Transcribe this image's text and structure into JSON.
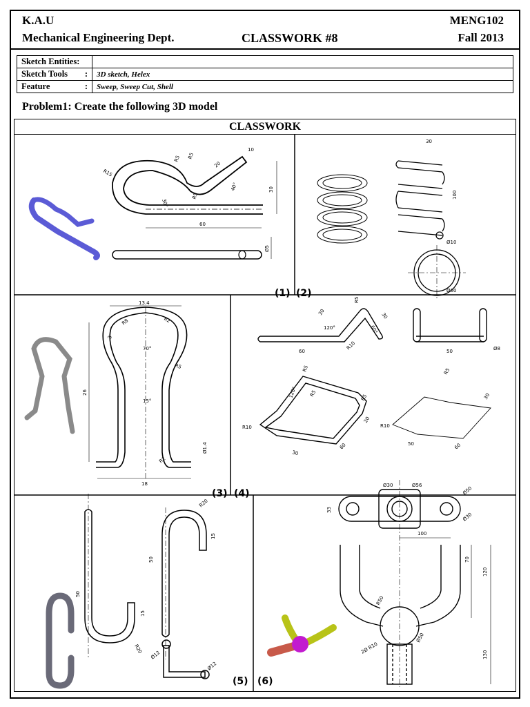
{
  "header": {
    "university": "K.A.U",
    "department": "Mechanical Engineering Dept.",
    "classwork": "CLASSWORK #8",
    "course_code": "MENG102",
    "term": "Fall 2013"
  },
  "info_table": {
    "rows": [
      {
        "label": "Sketch Entities:",
        "colon": "",
        "value": ""
      },
      {
        "label": "Sketch Tools",
        "colon": ":",
        "value": "3D sketch, Helex"
      },
      {
        "label": "Feature",
        "colon": ":",
        "value": "Sweep, Sweep Cut, Shell"
      }
    ]
  },
  "problem": "Problem1: Create the following 3D model",
  "section_title": "CLASSWORK",
  "panel_numbers": {
    "p1": "(1)",
    "p2": "(2)",
    "p3": "(3)",
    "p4": "(4)",
    "p5": "(5)",
    "p6": "(6)"
  },
  "dims": {
    "p1": [
      "R15",
      "R5",
      "R5",
      "20",
      "10",
      "30",
      "30°",
      "40°",
      "R5",
      "60",
      "Ø5"
    ],
    "p2": [
      "30",
      "100",
      "Ø10",
      "Ø60"
    ],
    "p3": [
      "13.4",
      "R8",
      "R2",
      "70°",
      "R5",
      "3",
      "26",
      "15°",
      "Ø1.4",
      "R2",
      "18"
    ],
    "p4": [
      "R5",
      "30",
      "30",
      "120°",
      "60",
      "R10",
      "60°",
      "50",
      "Ø8",
      "R5",
      "120°",
      "R5",
      "20",
      "R5",
      "R10",
      "30",
      "60",
      "50",
      "60",
      "R5",
      "R10",
      "30"
    ],
    "p5": [
      "R20",
      "15",
      "50",
      "50",
      "15",
      "R20",
      "Ø12",
      "Ø12"
    ],
    "p6": [
      "Ø30",
      "Ø56",
      "Ø50",
      "33",
      "Ø30",
      "100",
      "70",
      "120",
      "R50",
      "130",
      "Ø50",
      "2Ø R10"
    ]
  },
  "colors": {
    "ink": "#000000",
    "part1": "#5b5bd6",
    "part3": "#8a8a8a",
    "part4_cyl": "#c8c8c8",
    "part5": "#6a6a78",
    "part6_green": "#b8c318",
    "part6_magenta": "#c21bcf",
    "part6_red": "#c85a4a"
  }
}
